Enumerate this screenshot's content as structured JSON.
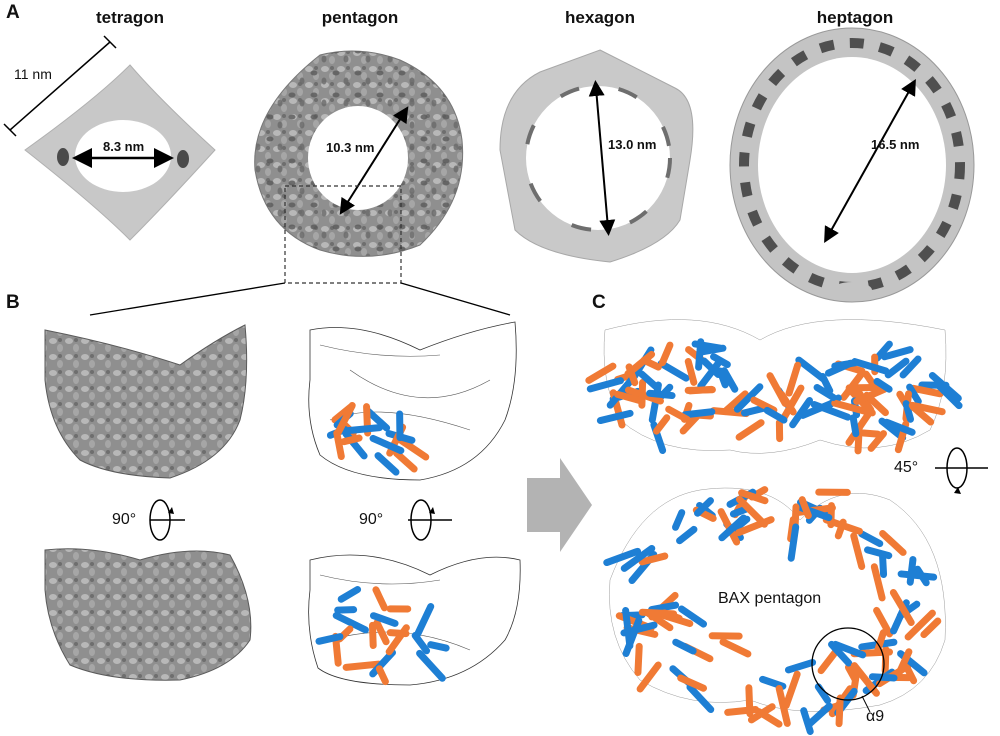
{
  "panels": {
    "a": "A",
    "b": "B",
    "c": "C"
  },
  "shapes": [
    {
      "name": "tetragon",
      "diameter": "8.3 nm"
    },
    {
      "name": "pentagon",
      "diameter": "10.3 nm"
    },
    {
      "name": "hexagon",
      "diameter": "13.0 nm"
    },
    {
      "name": "heptagon",
      "diameter": "16.5 nm"
    }
  ],
  "outer_width": "11 nm",
  "rotation_b": "90°",
  "rotation_c": "45°",
  "panel_c": {
    "label": "BAX pentagon",
    "helix": "α9"
  },
  "colors": {
    "blue": "#1e7fd4",
    "orange": "#f07a35",
    "map_grey": "#bdbdbd",
    "dark_grey": "#7a7a7a",
    "arrow_grey": "#b3b3b3"
  }
}
